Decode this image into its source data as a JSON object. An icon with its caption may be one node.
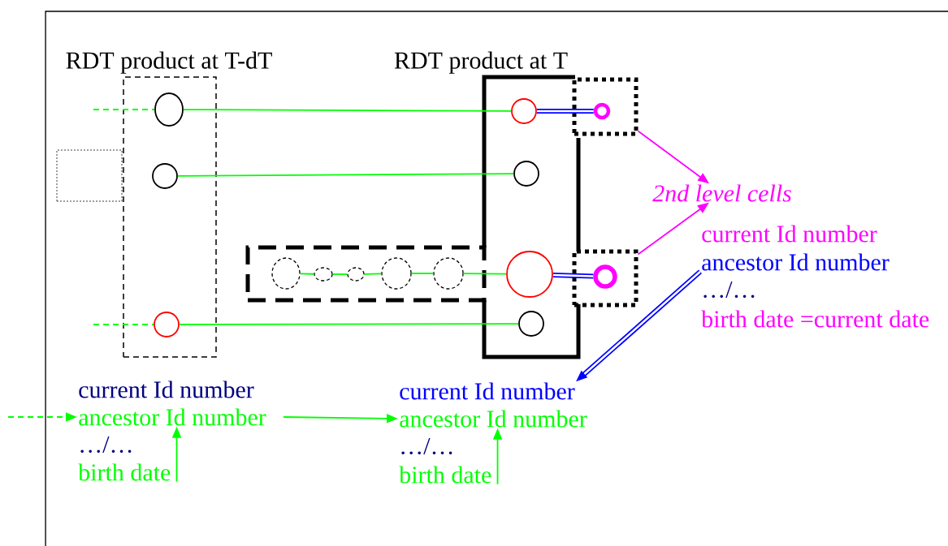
{
  "diagram": {
    "nodes": [
      {
        "text": [
          "RDT product at T-dT"
        ]
      },
      {
        "text": [],
        "shape": "circle",
        "in": 0
      },
      {
        "text": [],
        "shape": "circle",
        "in": 0
      },
      {
        "text": [],
        "shape": "circle",
        "in": 0
      },
      {
        "text": [],
        "shape": "box"
      },
      {
        "text": [
          "RDT product at T"
        ]
      },
      {
        "text": [],
        "shape": "box"
      },
      {
        "text": [],
        "shape": "circle",
        "in": 5
      },
      {
        "text": [],
        "shape": "circle",
        "in": 5
      },
      {
        "text": [],
        "shape": "circle",
        "in": 5
      },
      {
        "text": [],
        "shape": "circle",
        "in": 5
      },
      {
        "text": [],
        "shape": "circle",
        "in": 6
      },
      {
        "text": [],
        "shape": "circle",
        "in": 6
      },
      {
        "text": [],
        "shape": "circle",
        "in": 6
      },
      {
        "text": [],
        "shape": "circle",
        "in": 6
      },
      {
        "text": [],
        "shape": "circle"
      },
      {
        "text": [],
        "shape": "box"
      },
      {
        "text": [],
        "shape": "box"
      },
      {
        "text": [],
        "shape": "circle",
        "in": 16
      },
      {
        "text": [],
        "shape": "circle",
        "in": 17
      },
      {
        "text": [
          "2nd level cells"
        ]
      },
      {
        "text": [
          "current Id number"
        ]
      },
      {
        "text": [
          "ancestor Id number"
        ]
      },
      {
        "text": [
          "…/…"
        ]
      },
      {
        "text": [
          "birth date =current date"
        ]
      },
      {
        "text": [
          "current Id number"
        ]
      },
      {
        "text": [
          "ancestor Id number"
        ]
      },
      {
        "text": [
          "…/…"
        ]
      },
      {
        "text": [
          "birth date"
        ]
      },
      {
        "text": [
          "current Id number"
        ]
      },
      {
        "text": [
          "ancestor Id number"
        ]
      },
      {
        "text": [
          "…/…"
        ]
      },
      {
        "text": [
          "birth date"
        ]
      }
    ],
    "edges": [
      {
        "from": null,
        "to": 1,
        "arrow": "none",
        "style": "dashed"
      },
      {
        "from": null,
        "to": 3,
        "arrow": "none",
        "style": "dashed"
      },
      {
        "from": 1,
        "to": 7,
        "arrow": "none"
      },
      {
        "from": 2,
        "to": 8,
        "arrow": "none"
      },
      {
        "from": 3,
        "to": 10,
        "arrow": "none"
      },
      {
        "from": 11,
        "to": 12,
        "arrow": "none"
      },
      {
        "from": 12,
        "to": 13,
        "arrow": "none"
      },
      {
        "from": 13,
        "to": 14,
        "arrow": "none"
      },
      {
        "from": 14,
        "to": 15,
        "arrow": "none"
      },
      {
        "from": 15,
        "to": 9,
        "arrow": "none"
      },
      {
        "from": 7,
        "to": 18,
        "arrow": "none",
        "style": "thick",
        "color": "#0000ff"
      },
      {
        "from": 9,
        "to": 19,
        "arrow": "none",
        "style": "thick",
        "color": "#0000ff"
      },
      {
        "from": 16,
        "to": 20,
        "arrow": "to",
        "color": "#ff00ff"
      },
      {
        "from": 17,
        "to": 20,
        "arrow": "to",
        "color": "#ff00ff"
      },
      {
        "from": 22,
        "to": 29,
        "arrow": "to",
        "style": "thick",
        "color": "#0000ff"
      },
      {
        "from": null,
        "to": 26,
        "arrow": "to",
        "style": "dashed"
      },
      {
        "from": 26,
        "to": 30,
        "arrow": "to"
      },
      {
        "from": 28,
        "to": 26,
        "arrow": "to"
      },
      {
        "from": 32,
        "to": 30,
        "arrow": "to"
      }
    ]
  }
}
